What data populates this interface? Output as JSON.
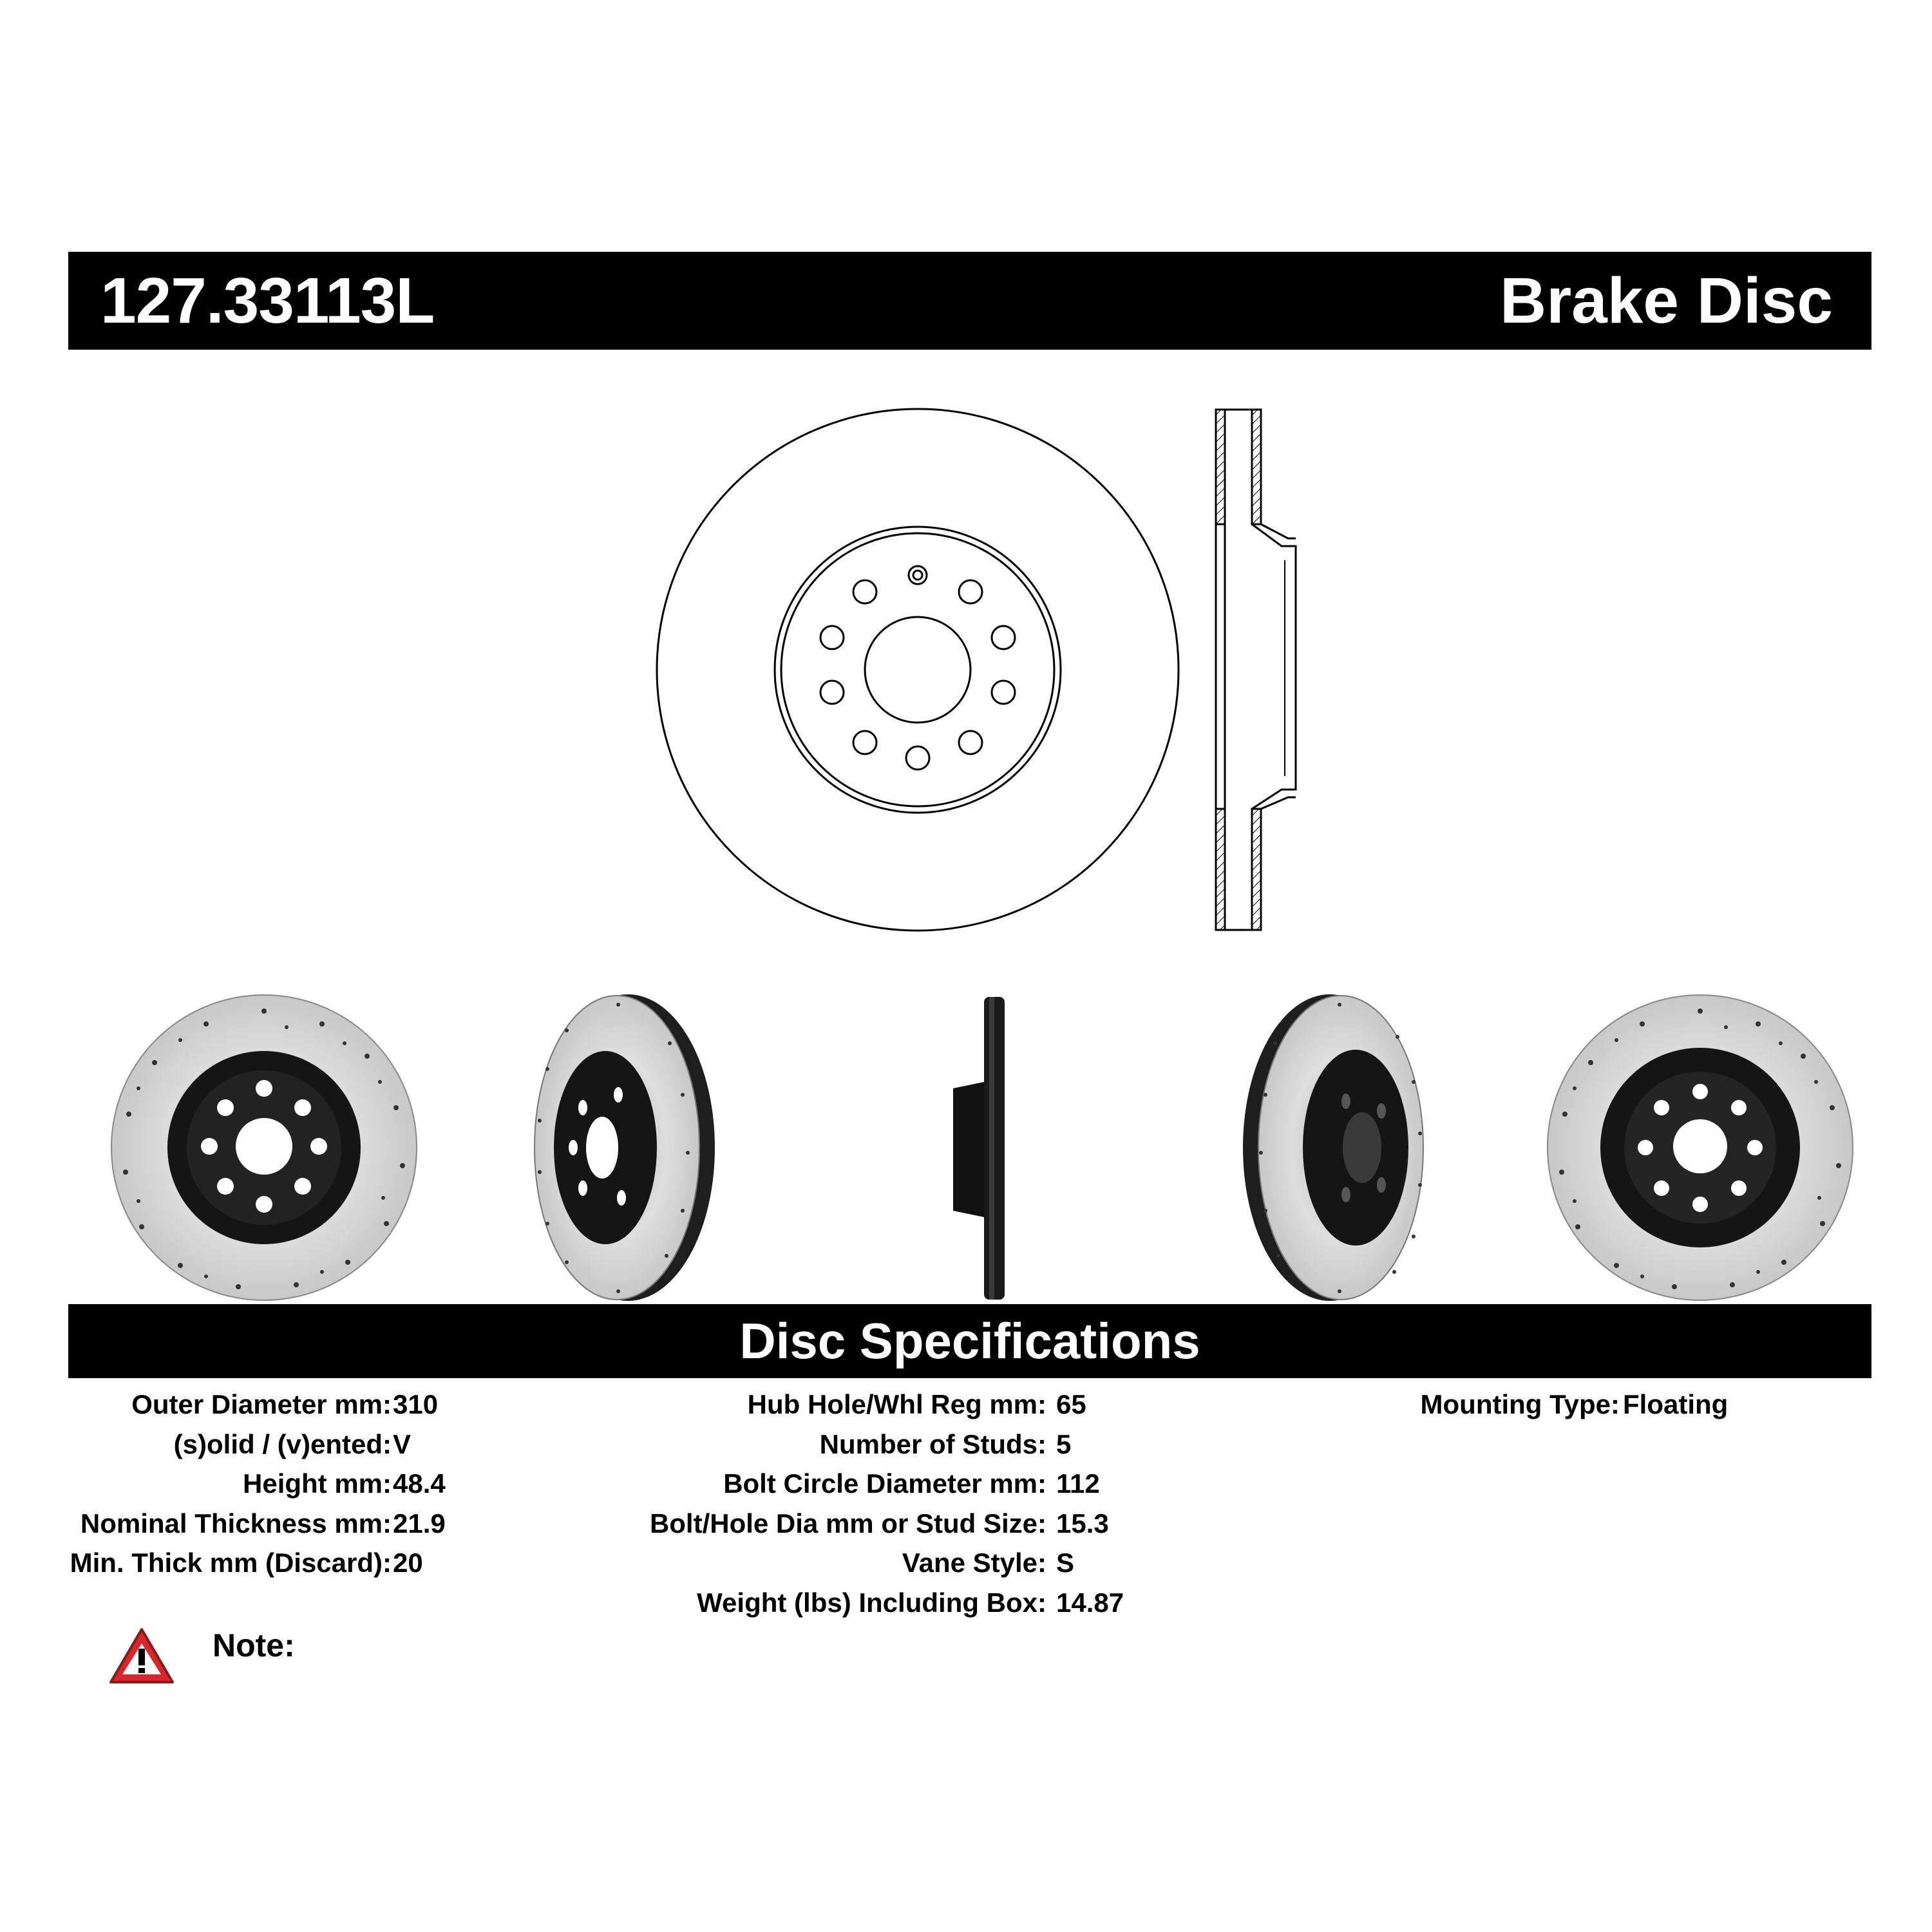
{
  "header": {
    "part_number": "127.33113L",
    "product_type": "Brake Disc"
  },
  "specs_header": "Disc Specifications",
  "specs": {
    "column1": [
      {
        "label": "Outer Diameter mm:",
        "value": "310"
      },
      {
        "label": "(s)olid / (v)ented:",
        "value": "V"
      },
      {
        "label": "Height mm:",
        "value": "48.4"
      },
      {
        "label": "Nominal Thickness mm:",
        "value": "21.9"
      },
      {
        "label": "Min. Thick mm (Discard):",
        "value": "20"
      }
    ],
    "column2": [
      {
        "label": "Hub Hole/Whl Reg mm:",
        "value": "65"
      },
      {
        "label": "Number of Studs:",
        "value": "5"
      },
      {
        "label": "Bolt Circle Diameter mm:",
        "value": "112"
      },
      {
        "label": "Bolt/Hole Dia mm or Stud Size:",
        "value": "15.3"
      },
      {
        "label": "Vane Style:",
        "value": "S"
      },
      {
        "label": "Weight (lbs) Including Box:",
        "value": "14.87"
      }
    ],
    "column3": [
      {
        "label": "Mounting Type:",
        "value": "Floating"
      }
    ]
  },
  "note": {
    "icon": "warning-icon",
    "label": "Note:"
  },
  "colors": {
    "bar": "#000000",
    "disc_face": "#d9d9d9",
    "hat": "#151515",
    "warning_red": "#d8262c"
  }
}
